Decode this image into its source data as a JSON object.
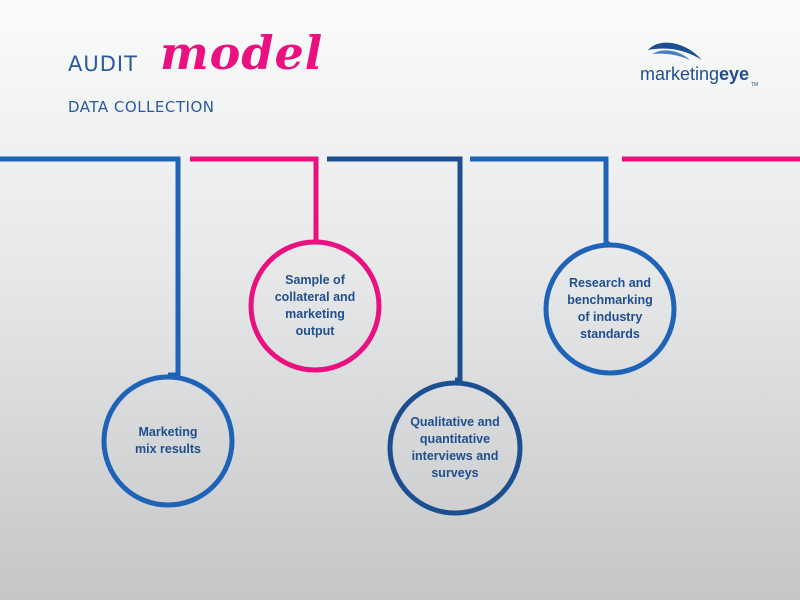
{
  "header": {
    "title_word": "AUDIT",
    "title_script": "model",
    "subtitle": "DATA COLLECTION"
  },
  "logo": {
    "text_part1": "marketing",
    "text_part2": "eye",
    "mark": "eye-swoosh-logo",
    "trademark": "TM"
  },
  "colors": {
    "blue": "#1f63b8",
    "dark_blue": "#1c4f90",
    "pink": "#e8117f",
    "text_blue": "#1f4f8f"
  },
  "nodes": [
    {
      "label": "Marketing\nmix results"
    },
    {
      "label": "Sample of\ncollateral and\nmarketing\noutput"
    },
    {
      "label": "Qualitative and\nquantitative\ninterviews and\nsurveys"
    },
    {
      "label": "Research and\nbenchmarking\nof industry\nstandards"
    }
  ]
}
